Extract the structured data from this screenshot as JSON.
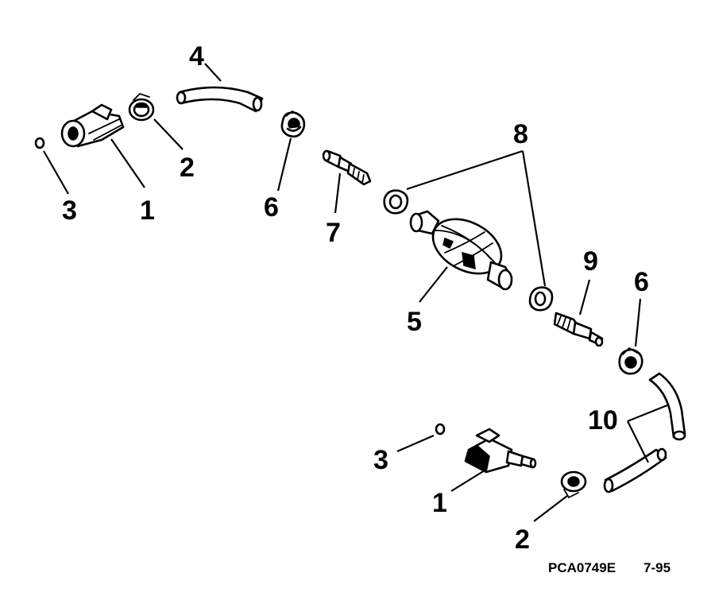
{
  "diagram": {
    "callouts": {
      "c1a": "1",
      "c2a": "2",
      "c3a": "3",
      "c4": "4",
      "c6a": "6",
      "c7": "7",
      "c8": "8",
      "c5": "5",
      "c9": "9",
      "c6b": "6",
      "c10": "10",
      "c3b": "3",
      "c1b": "1",
      "c2b": "2"
    },
    "footer": {
      "code": "PCA0749E",
      "date": "7-95"
    }
  }
}
